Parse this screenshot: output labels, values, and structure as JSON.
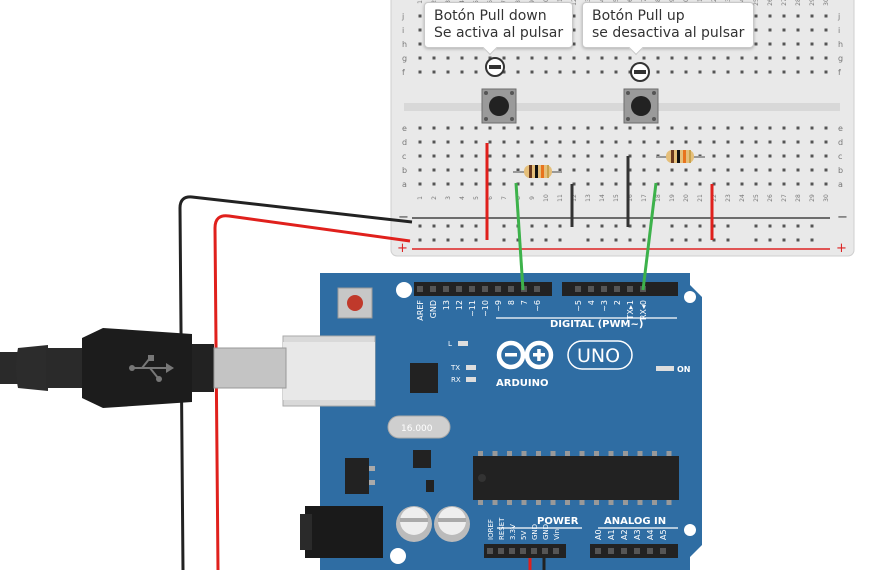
{
  "callouts": {
    "pulldown": {
      "line1": "Botón Pull down",
      "line2": "Se activa al pulsar"
    },
    "pullup": {
      "line1": "Botón Pull up",
      "line2": "se desactiva al pulsar"
    }
  },
  "board": {
    "brand": "ARDUINO",
    "model": "UNO",
    "digital_label": "DIGITAL (PWM~)",
    "power_label": "POWER",
    "analog_label": "ANALOG IN",
    "led_l": "L",
    "led_tx": "TX",
    "led_rx": "RX",
    "on_label": "ON",
    "crystal": "16.000",
    "top_pins": [
      "AREF",
      "GND",
      "13",
      "12",
      "~11",
      "~10",
      "~9",
      "8",
      "7",
      "~6",
      "~5",
      "4",
      "~3",
      "2",
      "TX▸1",
      "RX◂0"
    ],
    "power_pins": [
      "IOREF",
      "RESET",
      "3.3V",
      "5V",
      "GND",
      "GND",
      "Vin"
    ],
    "analog_pins": [
      "A0",
      "A1",
      "A2",
      "A3",
      "A4",
      "A5"
    ]
  },
  "breadboard": {
    "row_letters_top": [
      "j",
      "i",
      "h",
      "g",
      "f"
    ],
    "row_letters_bottom": [
      "e",
      "d",
      "c",
      "b",
      "a"
    ],
    "rail_minus": "−",
    "rail_plus": "+",
    "column_numbers": [
      "1",
      "2",
      "3",
      "4",
      "5",
      "6",
      "7",
      "8",
      "9",
      "10",
      "11",
      "12",
      "13",
      "14",
      "15",
      "16",
      "17",
      "18",
      "19",
      "20",
      "21",
      "22",
      "23",
      "24",
      "25",
      "26",
      "27",
      "28",
      "29",
      "30"
    ]
  },
  "colors": {
    "board_blue": "#2f6da3",
    "breadboard": "#e9e9e9",
    "wire_red": "#e0201c",
    "wire_black": "#222222",
    "wire_green": "#3db24b"
  }
}
